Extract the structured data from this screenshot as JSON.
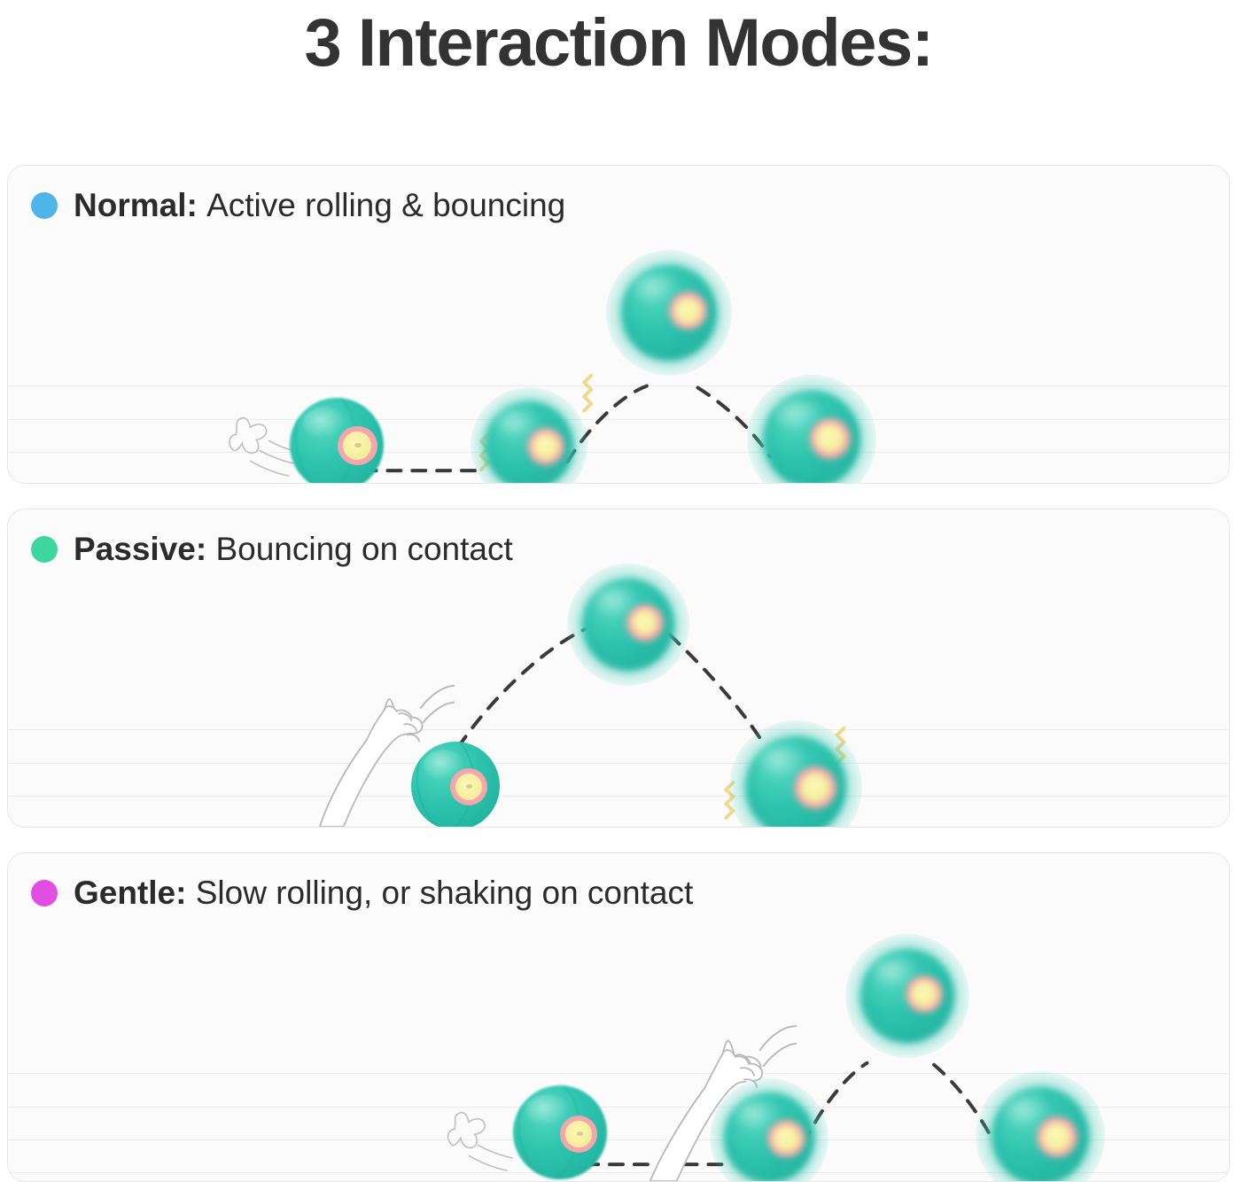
{
  "title": "3 Interaction Modes:",
  "cards": [
    {
      "id": "normal",
      "dot_color": "#4fb4ea",
      "mode_label": "Normal:",
      "description": "Active rolling & bouncing",
      "icons": [
        "paw-print-icon",
        "motion-lines-icon",
        "dashed-trajectory-icon",
        "vibration-squiggle-icon"
      ],
      "ball_count": 4
    },
    {
      "id": "passive",
      "dot_color": "#3ed69f",
      "mode_label": "Passive:",
      "description": "Bouncing on contact",
      "icons": [
        "cat-paw-leg-icon",
        "tap-motion-arcs-icon",
        "dashed-trajectory-icon",
        "vibration-squiggle-icon"
      ],
      "ball_count": 3
    },
    {
      "id": "gentle",
      "dot_color": "#e24de2",
      "mode_label": "Gentle:",
      "description": "Slow rolling, or shaking on contact",
      "icons": [
        "paw-print-icon",
        "motion-lines-icon",
        "cat-paw-leg-icon",
        "tap-motion-arcs-icon",
        "dashed-trajectory-icon"
      ],
      "ball_count": 4
    }
  ],
  "colors": {
    "page_background": "#ffffff",
    "card_background": "#fbfbfb",
    "card_border": "#e7e7e7",
    "rule_line": "#ececec",
    "title_text": "#333333",
    "body_text": "#2b2b2b",
    "ball_teal": "#2ec4ae",
    "ball_ring_pink": "#f4a7ae",
    "ball_core_yellow": "#f3ee9b",
    "trajectory_dash": "#3a3a3a",
    "vibration_yellow": "#f0d98a",
    "paw_outline": "#b9b9b9"
  }
}
